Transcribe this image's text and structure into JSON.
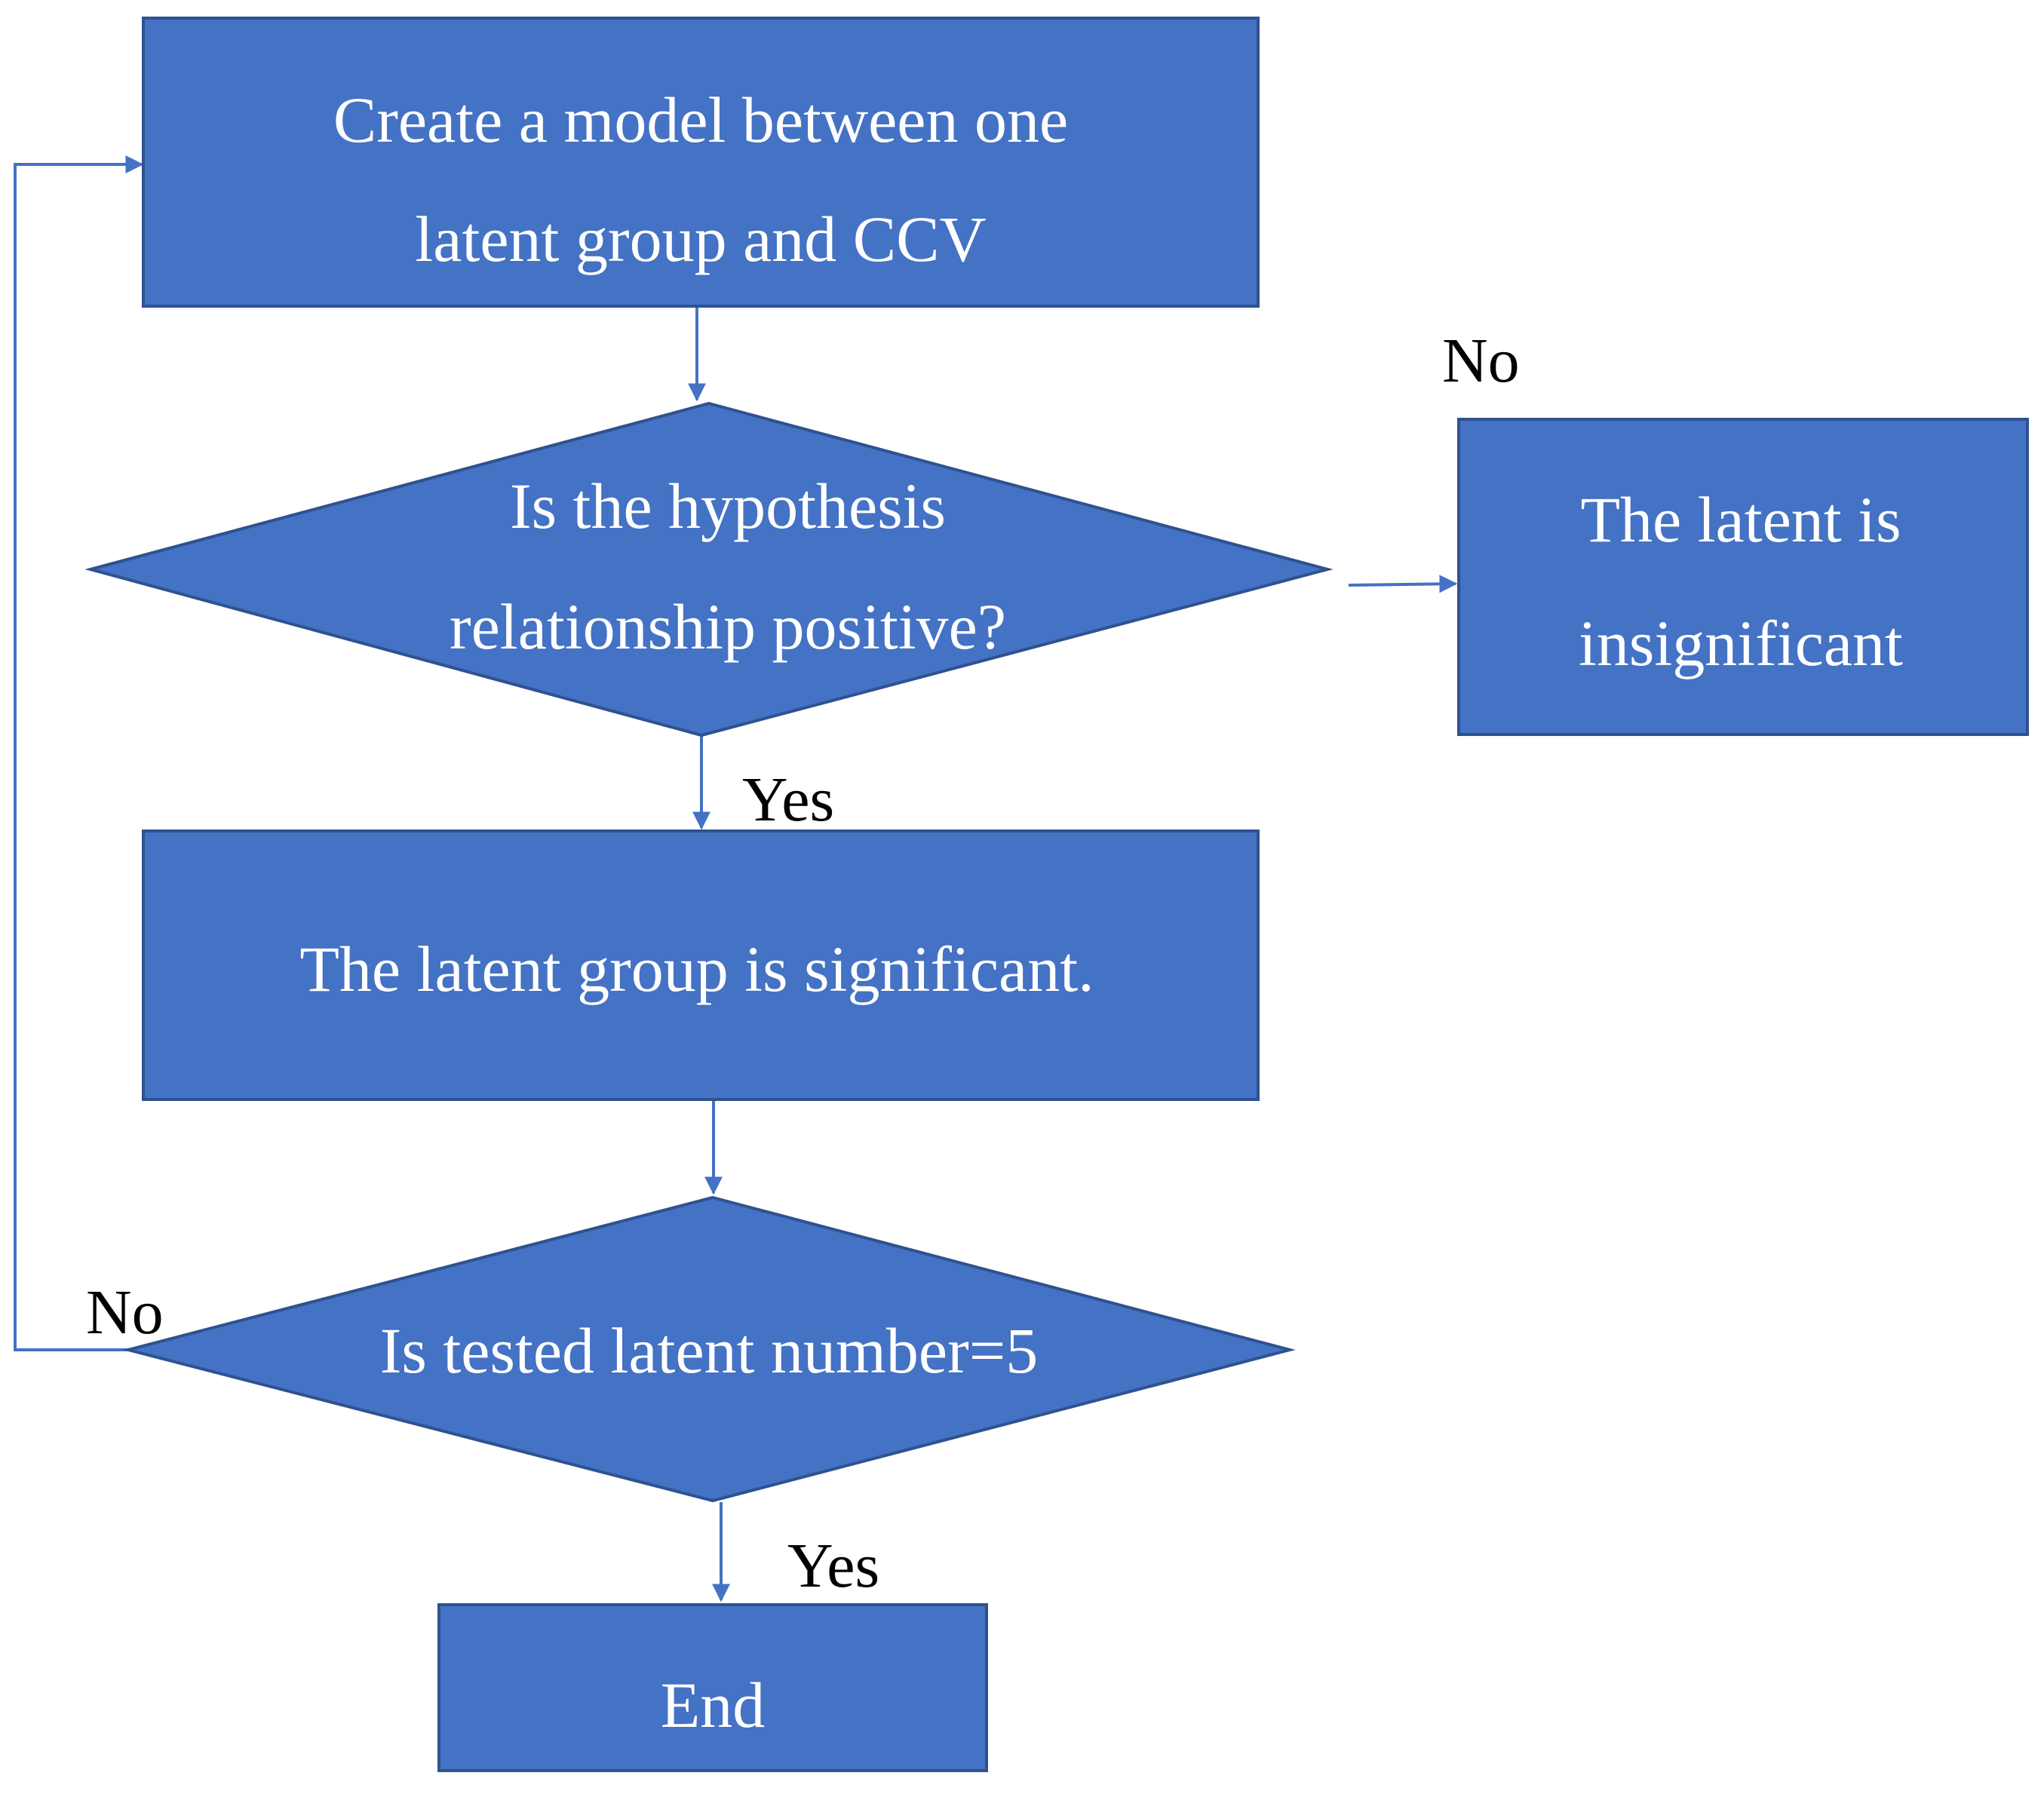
{
  "colors": {
    "node_fill": "#4472c4",
    "node_stroke": "#2f528f",
    "arrow": "#4472c4",
    "text_on_node": "#ffffff",
    "label_text": "#000000"
  },
  "nodes": {
    "create_model": {
      "shape": "rectangle",
      "lines": [
        "Create a model between one",
        "latent group and CCV"
      ]
    },
    "hypothesis_check": {
      "shape": "diamond",
      "lines": [
        "Is the hypothesis",
        "relationship positive?"
      ]
    },
    "latent_insignificant": {
      "shape": "rectangle",
      "lines": [
        "The latent is",
        "insignificant"
      ]
    },
    "group_significant": {
      "shape": "rectangle",
      "lines": [
        "The latent group is  significant."
      ]
    },
    "number_check": {
      "shape": "diamond",
      "lines": [
        "Is tested latent number=5"
      ]
    },
    "end": {
      "shape": "rectangle",
      "lines": [
        "End"
      ]
    }
  },
  "edges": {
    "create_to_hypothesis": {
      "from": "create_model",
      "to": "hypothesis_check",
      "label": ""
    },
    "hypothesis_no": {
      "from": "hypothesis_check",
      "to": "latent_insignificant",
      "label": "No"
    },
    "hypothesis_yes": {
      "from": "hypothesis_check",
      "to": "group_significant",
      "label": "Yes"
    },
    "significant_to_number": {
      "from": "group_significant",
      "to": "number_check",
      "label": ""
    },
    "number_no": {
      "from": "number_check",
      "to": "create_model",
      "label": "No"
    },
    "number_yes": {
      "from": "number_check",
      "to": "end",
      "label": "Yes"
    }
  }
}
